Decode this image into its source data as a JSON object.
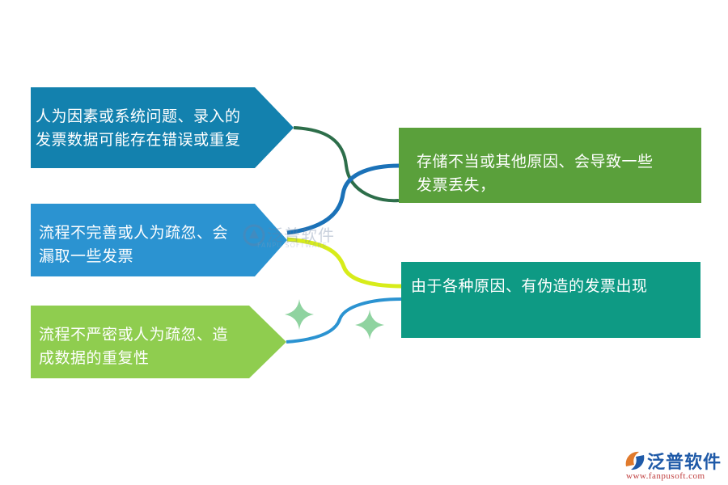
{
  "left_nodes": [
    {
      "lines": [
        "人为因素或系统问题、录入的",
        "发票数据可能存在错误或重复"
      ],
      "color": "#1381ae"
    },
    {
      "lines": [
        "流程不完善或人为疏忽、会",
        "漏取一些发票"
      ],
      "color": "#2b93d1"
    },
    {
      "lines": [
        "流程不严密或人为疏忽、造",
        "成数据的重复性"
      ],
      "color": "#8fcd4f"
    }
  ],
  "right_nodes": [
    {
      "lines": [
        "存储不当或其他原因、会导致一些",
        "发票丢失，"
      ],
      "color": "#5aa03b"
    },
    {
      "lines": [
        "由于各种原因、有伪造的发票出现"
      ],
      "color": "#0e9a84"
    }
  ],
  "watermark": {
    "name": "泛普软件",
    "sub": "FANPU SOFTWARE"
  },
  "logo": {
    "name": "泛普软件",
    "url": "www.fanpusoft.com"
  },
  "colors": {
    "curve_green": "#2d6e4a",
    "curve_blue": "#1b72b8",
    "curve_yellow": "#d7ec1a",
    "curve_light_blue": "#2b93d1",
    "sparkle": "#8fd3a0"
  }
}
